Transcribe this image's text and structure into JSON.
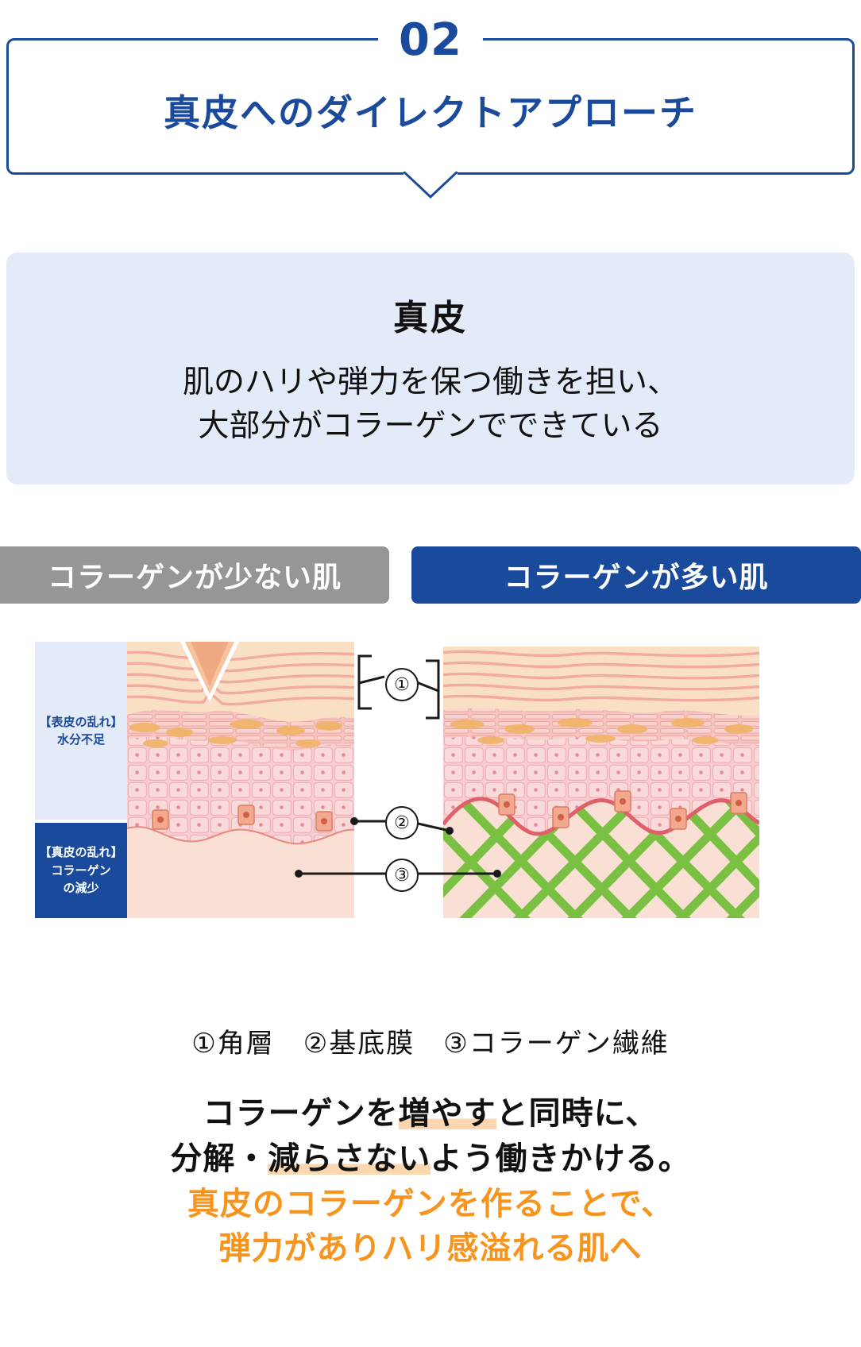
{
  "header": {
    "step_number": "02",
    "title": "真皮へのダイレクトアプローチ",
    "border_color": "#1a4a9c",
    "title_color": "#1a4a9c"
  },
  "info_card": {
    "title": "真皮",
    "body_line1": "肌のハリや弾力を保つ働きを担い、",
    "body_line2": "大部分がコラーゲンでできている",
    "background_color": "#e4ebf8"
  },
  "tabs": [
    {
      "label": "コラーゲンが少ない肌",
      "state": "inactive",
      "color": "#969696"
    },
    {
      "label": "コラーゲンが多い肌",
      "state": "active",
      "color": "#1a4a9c"
    }
  ],
  "diagram": {
    "side_labels": {
      "epidermis": {
        "heading": "【表皮の乱れ】",
        "detail": "水分不足",
        "background_color": "#e4ebf8",
        "text_color": "#1a4a9c"
      },
      "dermis": {
        "heading": "【真皮の乱れ】",
        "detail_line1": "コラーゲン",
        "detail_line2": "の減少",
        "background_color": "#1a4a9c",
        "text_color": "#ffffff"
      }
    },
    "markers": [
      {
        "symbol": "①",
        "name": "stratum-corneum"
      },
      {
        "symbol": "②",
        "name": "basement-membrane"
      },
      {
        "symbol": "③",
        "name": "collagen-fiber"
      }
    ],
    "collagen_color": "#7ac143"
  },
  "legend": {
    "items": [
      {
        "symbol": "①",
        "label": "角層"
      },
      {
        "symbol": "②",
        "label": "基底膜"
      },
      {
        "symbol": "③",
        "label": "コラーゲン繊維"
      }
    ],
    "text": "①角層　②基底膜　③コラーゲン繊維"
  },
  "outro": {
    "line1_a": "コラーゲンを",
    "line1_hl": "増やす",
    "line1_b": "と同時に、",
    "line2_a": "分解・",
    "line2_hl": "減らさない",
    "line2_b": "よう働きかける。",
    "line3": "真皮のコラーゲンを作ることで、",
    "line4": "弾力がありハリ感溢れる肌へ",
    "highlight_color": "#fbd6ae",
    "accent_color": "#f7941d"
  }
}
